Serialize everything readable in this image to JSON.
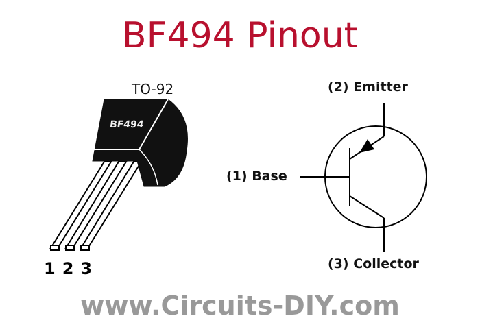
{
  "title": "BF494 Pinout",
  "package": {
    "name": "TO-92",
    "marking": "BF494",
    "pin_numbers": [
      "1",
      "2",
      "3"
    ]
  },
  "symbol": {
    "type": "NPN transistor",
    "pins": {
      "base": "(1) Base",
      "emitter": "(2) Emitter",
      "collector": "(3) Collector"
    }
  },
  "footer": {
    "website": "www.Circuits-DIY.com"
  },
  "colors": {
    "title": "#b8102e",
    "footer": "#999999",
    "package_body": "#111111"
  }
}
